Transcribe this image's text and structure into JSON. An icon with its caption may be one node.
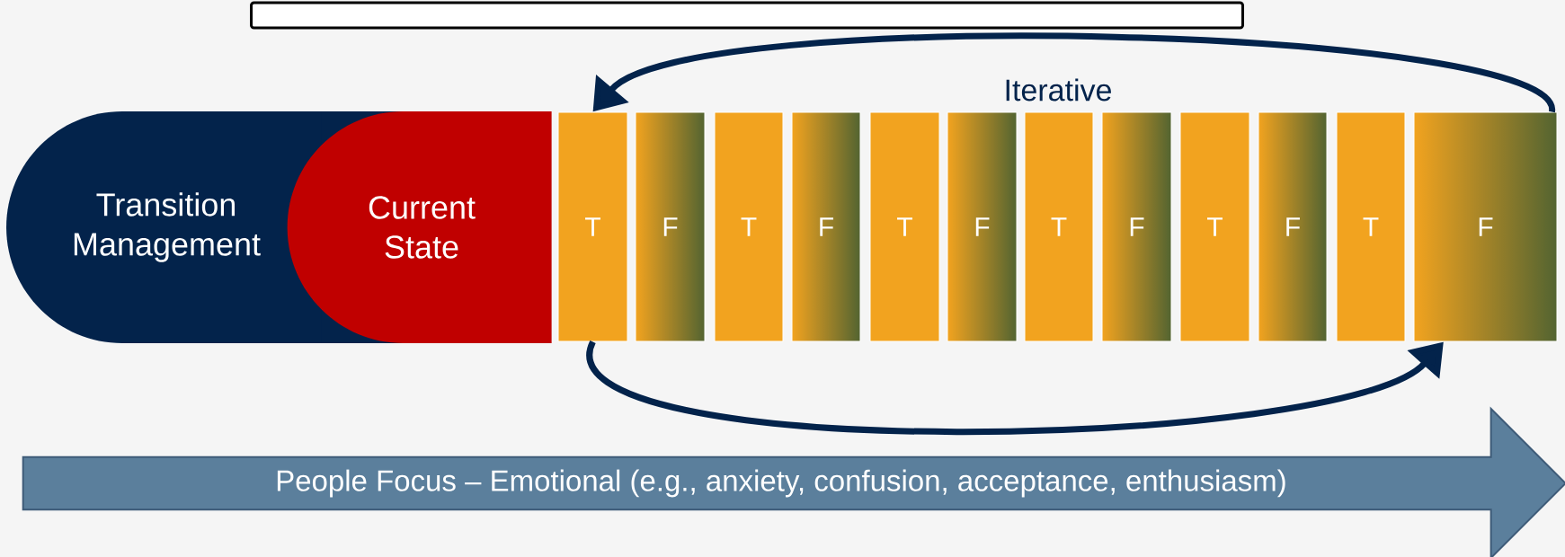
{
  "diagram": {
    "nodes": [
      {
        "text": [],
        "shape": "box"
      },
      {
        "text": [
          "Transition Management"
        ]
      },
      {
        "text": [
          "Current State"
        ]
      },
      {
        "text": [
          "T"
        ]
      },
      {
        "text": [
          "F"
        ]
      },
      {
        "text": [
          "T"
        ]
      },
      {
        "text": [
          "F"
        ]
      },
      {
        "text": [
          "T"
        ]
      },
      {
        "text": [
          "F"
        ]
      },
      {
        "text": [
          "T"
        ]
      },
      {
        "text": [
          "F"
        ]
      },
      {
        "text": [
          "T"
        ]
      },
      {
        "text": [
          "F"
        ]
      },
      {
        "text": [
          "T"
        ]
      },
      {
        "text": [
          "F"
        ]
      },
      {
        "text": [
          "People Focus – Emotional (e.g., anxiety, confusion, acceptance, enthusiasm)"
        ]
      }
    ],
    "edges": [
      {
        "from": 14,
        "to": 3,
        "arrow": "to",
        "label": "Iterative"
      },
      {
        "from": 3,
        "to": 14,
        "arrow": "to"
      }
    ]
  }
}
